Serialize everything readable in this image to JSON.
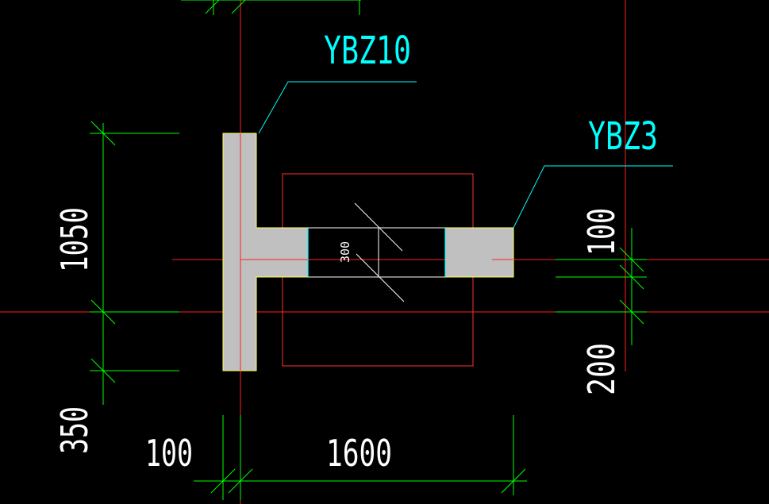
{
  "colors": {
    "background": "#000000",
    "axis": "#ff2020",
    "dimension": "#00ff00",
    "leader": "#00ffff",
    "label": "#00ffff",
    "dim_text": "#ffffff",
    "wall_fill": "#c0c0c0",
    "wall_edge": "#ffff60",
    "cyan_edge": "#00ffff",
    "beam_outline": "#ffffff",
    "opening": "#ff3030"
  },
  "labels": {
    "ybz10": "YBZ10",
    "ybz3": "YBZ3"
  },
  "dimensions": {
    "left_top": "1050",
    "left_bottom": "350",
    "bottom_left": "100",
    "bottom_right": "1600",
    "right_top": "100",
    "right_bottom": "200",
    "beam_width": "300"
  }
}
